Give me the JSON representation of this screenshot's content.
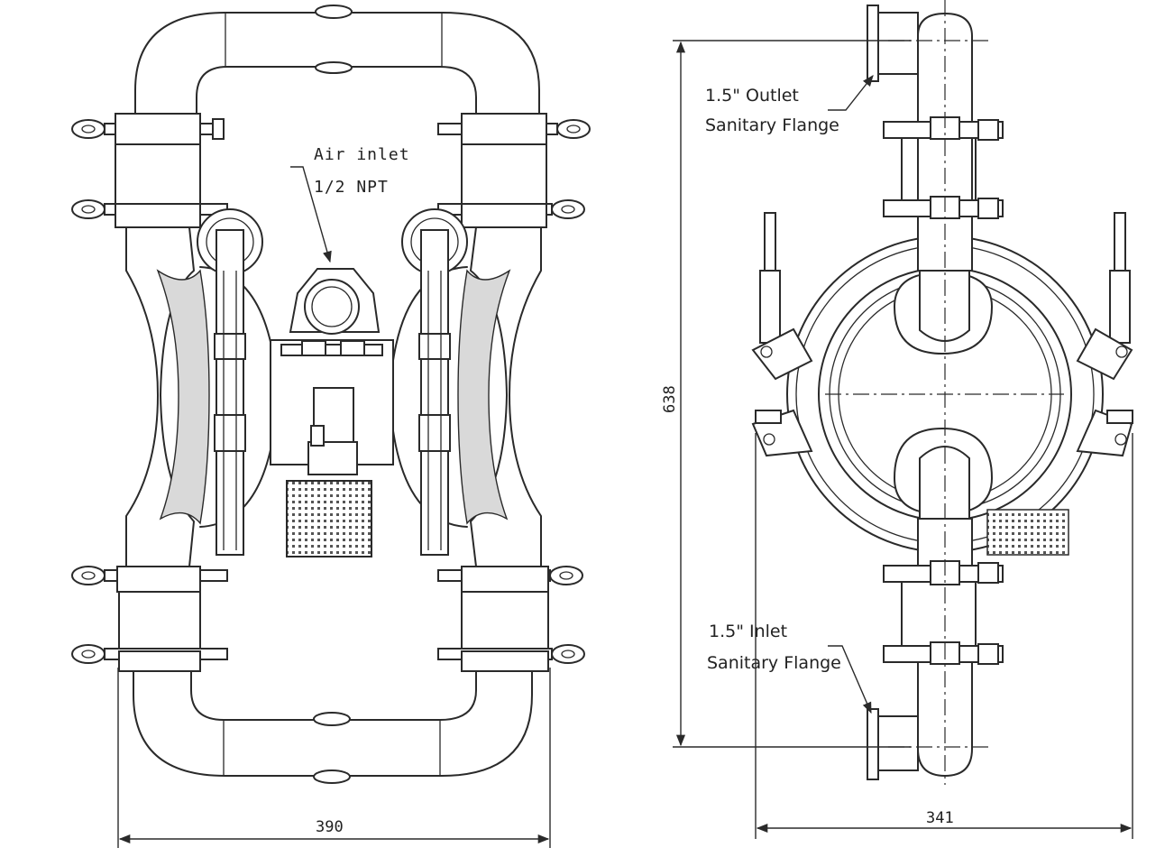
{
  "labels": {
    "air_inlet_line1": "Air inlet",
    "air_inlet_line2": "1/2 NPT",
    "outlet_line1": "1.5\" Outlet",
    "outlet_line2": "Sanitary Flange",
    "inlet_line1": "1.5\" Inlet",
    "inlet_line2": "Sanitary Flange"
  },
  "dimensions": {
    "front_width": "390",
    "side_width": "341",
    "side_height": "638"
  },
  "colors": {
    "line": "#2a2a2a",
    "background": "#ffffff",
    "shade": "#d9d9d9"
  }
}
